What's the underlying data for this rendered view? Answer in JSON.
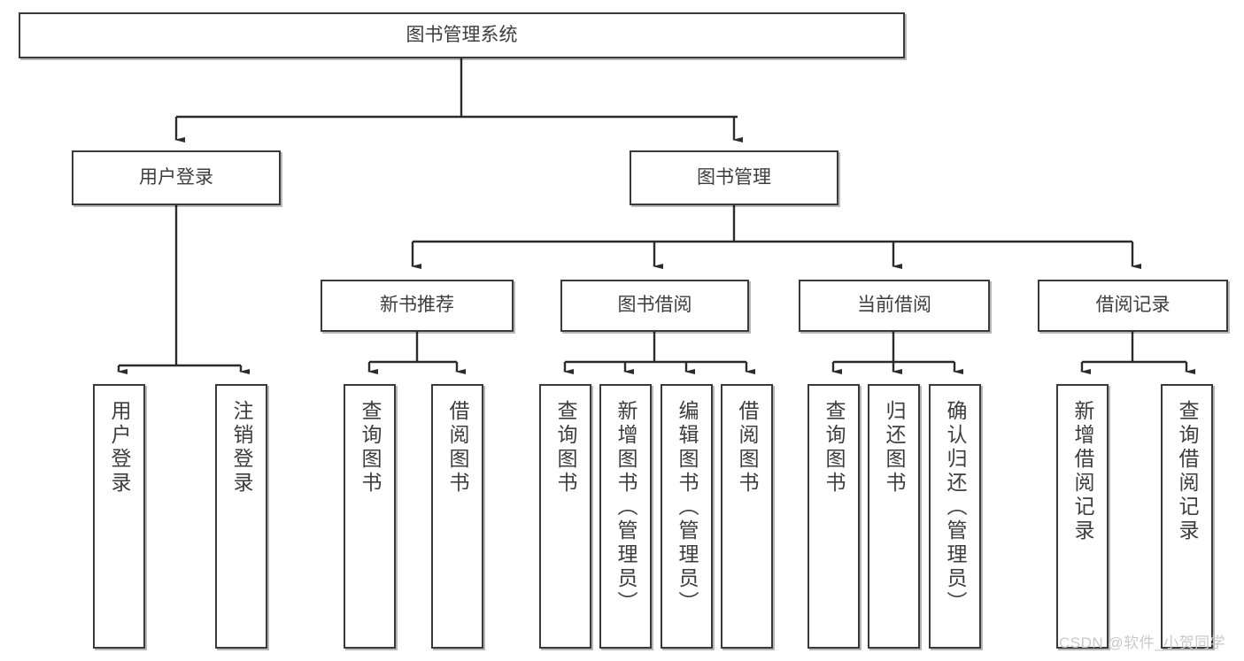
{
  "diagram": {
    "type": "tree-hierarchy",
    "title": "图书管理系统",
    "watermark": "CSDN @软件_小贺同学",
    "colors": {
      "box_border": "#3a3a3a",
      "box_fill": "#ffffff",
      "text": "#3d3d3d",
      "connector": "#2b2b2b",
      "watermark": "#c9c9c9",
      "background": "#ffffff"
    },
    "nodes": {
      "root": {
        "label": "图书管理系统"
      },
      "level2": [
        {
          "id": "user-login",
          "label": "用户登录"
        },
        {
          "id": "book-manage",
          "label": "图书管理"
        }
      ],
      "level3": [
        {
          "id": "new-book-recommend",
          "label": "新书推荐"
        },
        {
          "id": "book-borrow",
          "label": "图书借阅"
        },
        {
          "id": "current-borrow",
          "label": "当前借阅"
        },
        {
          "id": "borrow-record",
          "label": "借阅记录"
        }
      ],
      "leaves": {
        "user-login": [
          {
            "id": "leaf-user-login",
            "label": "用户登录"
          },
          {
            "id": "leaf-logout",
            "label": "注销登录"
          }
        ],
        "new-book-recommend": [
          {
            "id": "leaf-query-book-1",
            "label": "查询图书"
          },
          {
            "id": "leaf-borrow-book-1",
            "label": "借阅图书"
          }
        ],
        "book-borrow": [
          {
            "id": "leaf-query-book-2",
            "label": "查询图书"
          },
          {
            "id": "leaf-add-book",
            "label": "新增图书（管理员）"
          },
          {
            "id": "leaf-edit-book",
            "label": "编辑图书（管理员）"
          },
          {
            "id": "leaf-borrow-book-2",
            "label": "借阅图书"
          }
        ],
        "current-borrow": [
          {
            "id": "leaf-query-book-3",
            "label": "查询图书"
          },
          {
            "id": "leaf-return-book",
            "label": "归还图书"
          },
          {
            "id": "leaf-confirm-return",
            "label": "确认归还（管理员）"
          }
        ],
        "borrow-record": [
          {
            "id": "leaf-add-record",
            "label": "新增借阅记录"
          },
          {
            "id": "leaf-query-record",
            "label": "查询借阅记录"
          }
        ]
      }
    }
  }
}
